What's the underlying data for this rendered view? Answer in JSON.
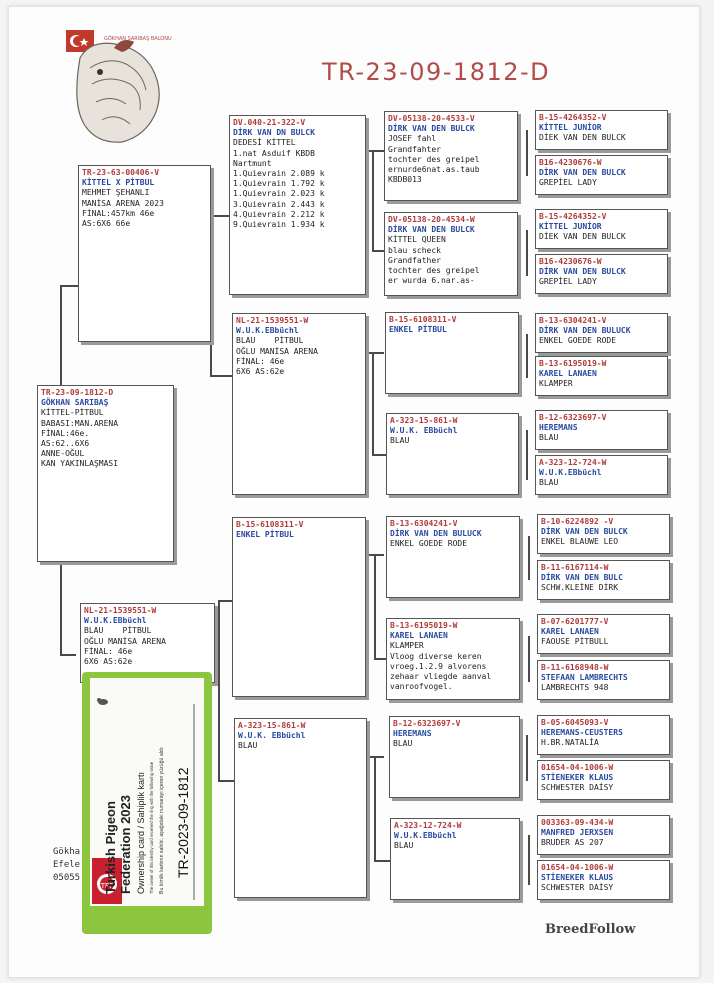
{
  "header": {
    "ring": "TR-23-09-1812-D",
    "logo_text": "GÖKHAN SARIBAŞ BALONU"
  },
  "boxes": {
    "subject": {
      "ring": "TR-23-09-1812-D",
      "name": "GÖKHAN SARIBAŞ",
      "info": "KİTTEL-PİTBUL\nBABASI:MAN.ARENA\nFİNAL:46e.\nAS:62..6X6\nANNE-OĞUL\nKAN YAKINLAŞMASI"
    },
    "sire": {
      "ring": "TR-23-63-00406-V",
      "name": "KİTTEL X PİTBUL",
      "info": "MEHMET ŞEHANLI\nMANİSA ARENA 2023\nFİNAL:457km 46e\nAS:6X6 66e"
    },
    "dam": {
      "ring": "NL-21-1539551-W",
      "name": "W.U.K.EBbüchl",
      "info": "BLAU    PİTBUL\nOĞLU MANİSA ARENA\nFİNAL: 46e\n6X6 AS:62e"
    },
    "ss": {
      "ring": "DV.040-21-322-V",
      "name": "DİRK VAN DN BULCK",
      "info": "DEDESİ KİTTEL\n1.nat Asduif KBDB\nNartmunt\n1.Quievrain 2.089 k\n1.Quievrain 1.792 k\n1.Quievrain 2.023 k\n3.Quievrain 2.443 k\n4.Quievrain 2.212 k\n9.Quievrain 1.934 k"
    },
    "sd": {
      "ring": "NL-21-1539551-W",
      "name": "W.U.K.EBbüchl",
      "info": "BLAU    PİTBUL\nOĞLU MANİSA ARENA\nFİNAL: 46e\n6X6 AS:62e"
    },
    "ds": {
      "ring": "B-15-6108311-V",
      "name": "ENKEL PİTBUL",
      "info": ""
    },
    "dd": {
      "ring": "A-323-15-861-W",
      "name": "W.U.K. EBbüchl",
      "info": "BLAU"
    },
    "sss": {
      "ring": "DV-05138-20-4533-V",
      "name": "DİRK VAN DEN BULCK",
      "info": "JOSEF fahl\nGrandfahter\ntochter des greipel\nernurde6nat.as.taub\nKBDB013"
    },
    "ssd": {
      "ring": "DV-05138-20-4534-W",
      "name": "DİRK VAN DEN BULCK",
      "info": "KİTTEL QUEEN\nblau scheck\nGrandfather\ntochter des greipel\ner wurda 6.nar.as-"
    },
    "sds": {
      "ring": "B-15-6108311-V",
      "name": "ENKEL PİTBUL",
      "info": ""
    },
    "sdd": {
      "ring": "A-323-15-861-W",
      "name": "W.U.K. EBbüchl",
      "info": "BLAU"
    },
    "dss": {
      "ring": "B-13-6304241-V",
      "name": "DİRK VAN DEN BULUCK",
      "info": "ENKEL GOEDE RODE"
    },
    "dsd": {
      "ring": "B-13-6195019-W",
      "name": "KAREL LANAEN",
      "info": "KLAMPER\nVloog diverse keren\nvroeg.1.2.9 alvorens\nzehaar vliegde aanval\nvanroofvogel."
    },
    "dds": {
      "ring": "B-12-6323697-V",
      "name": "HEREMANS",
      "info": "BLAU"
    },
    "ddd": {
      "ring": "A-323-12-724-W",
      "name": "W.U.K.EBbüchl",
      "info": "BLAU"
    },
    "g1": {
      "ring": "B-15-4264352-V",
      "name": "KİTTEL JUNİOR",
      "info": "DİEK VAN DEN BULCK"
    },
    "g2": {
      "ring": "B16-4230676-W",
      "name": "DİRK VAN DEN BULCK",
      "info": "GREPİEL LADY"
    },
    "g3": {
      "ring": "B-15-4264352-V",
      "name": "KİTTEL JUNİOR",
      "info": "DİEK VAN DEN BULCK"
    },
    "g4": {
      "ring": "B16-4230676-W",
      "name": "DİRK VAN DEN BULCK",
      "info": "GREPİEL LADY"
    },
    "g5": {
      "ring": "B-13-6304241-V",
      "name": "DİRK VAN DEN BULUCK",
      "info": "ENKEL GOEDE RODE"
    },
    "g6": {
      "ring": "B-13-6195019-W",
      "name": "KAREL LANAEN",
      "info": "KLAMPER"
    },
    "g7": {
      "ring": "B-12-6323697-V",
      "name": "HEREMANS",
      "info": "BLAU"
    },
    "g8": {
      "ring": "A-323-12-724-W",
      "name": "W.U.K.EBbüchl",
      "info": "BLAU"
    },
    "g9": {
      "ring": "B-10-6224892 -V",
      "name": "DİRK VAN DEN BULCK",
      "info": "ENKEL BLAUWE LEO"
    },
    "g10": {
      "ring": "B-11-6167114-W",
      "name": "DİRK VAN DEN BULC",
      "info": "SCHW.KLEİNE DİRK"
    },
    "g11": {
      "ring": "B-07-6201777-V",
      "name": "KAREL LANAEN",
      "info": "FAOUSE PİTBULL"
    },
    "g12": {
      "ring": "B-11-6168948-W",
      "name": "STEFAAN LAMBRECHTS",
      "info": "LAMBRECHTS 948"
    },
    "g13": {
      "ring": "B-05-6045093-V",
      "name": "HEREMANS-CEUSTERS",
      "info": "H.BR.NATALİA"
    },
    "g14": {
      "ring": "01654-04-1006-W",
      "name": "STİENEKER KLAUS",
      "info": "SCHWESTER DAİSY"
    },
    "g15": {
      "ring": "003363-09-434-W",
      "name": "MANFRED JERXSEN",
      "info": "BRUDER AS 207"
    },
    "g16": {
      "ring": "01654-04-1006-W",
      "name": "STİENEKER KLAUS",
      "info": "SCHWESTER DAİSY"
    }
  },
  "owner": {
    "line1": "Gökha",
    "line2": "Efele",
    "line3": "05055"
  },
  "card": {
    "title_line1": "Turkish Pigeon",
    "title_line2": "Federation 2023",
    "subtitle": "Ownership card / Sahiplik kartı",
    "note_en": "The owner of this identity card received the ring with the following value",
    "note_tr": "Bu kimlik kartının sahibi, aşağıdaki numarayı içeren yüzüğü aldı:",
    "ring": "TR-2023-09-1812",
    "badge_text": "TPF"
  },
  "footer": {
    "brand": "BreedFollow"
  },
  "colors": {
    "ring": "#b03a3a",
    "name": "#2a4aa0",
    "card_green": "#8cc63f",
    "card_red": "#c8202f"
  }
}
